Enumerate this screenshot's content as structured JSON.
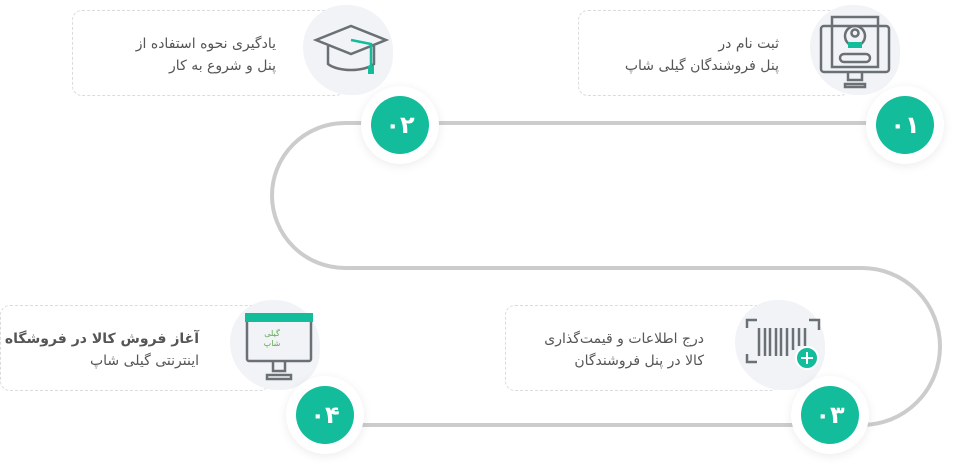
{
  "accent": "#13bc9b",
  "steps": [
    {
      "number": "۰۱",
      "line1": "ثبت نام در",
      "line2": "پنل فروشندگان گیلی شاپ",
      "icon": "monitor-user-login-icon"
    },
    {
      "number": "۰۲",
      "line1": "یادگیری نحوه استفاده از",
      "line2": "پنل و شروع به کار",
      "icon": "graduation-cap-icon"
    },
    {
      "number": "۰۳",
      "line1": "درج اطلاعات و قیمت‌گذاری",
      "line2": "کالا در پنل فروشندگان",
      "icon": "barcode-add-icon"
    },
    {
      "number": "۰۴",
      "line1": "آغاز فروش کالا در فروشگاه",
      "line2": "اینترنتی گیلی شاپ",
      "icon": "monitor-store-icon",
      "logo_text": "گیلی شاپ"
    }
  ]
}
